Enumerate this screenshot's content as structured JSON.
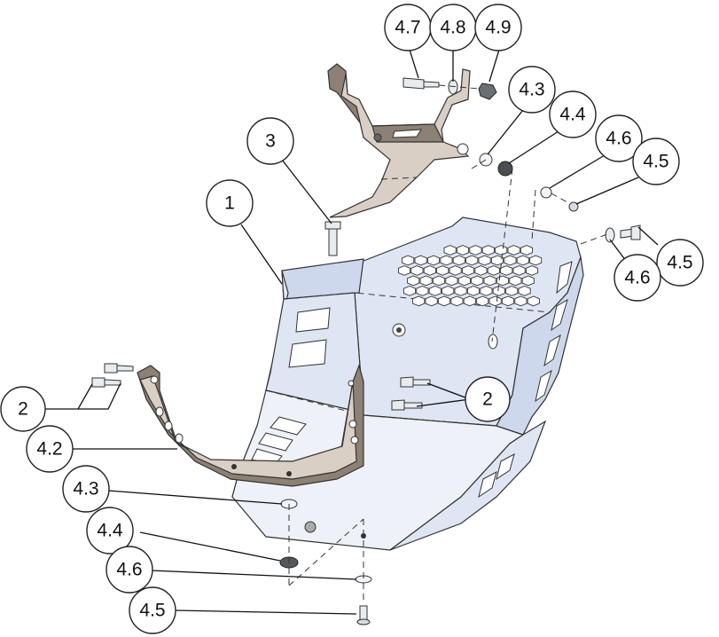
{
  "figure": {
    "balloons": [
      {
        "id": "b-4-7",
        "label": "4.7"
      },
      {
        "id": "b-4-8",
        "label": "4.8"
      },
      {
        "id": "b-4-9",
        "label": "4.9"
      },
      {
        "id": "b-4-3-top",
        "label": "4.3"
      },
      {
        "id": "b-4-4-top",
        "label": "4.4"
      },
      {
        "id": "b-4-6-top",
        "label": "4.6"
      },
      {
        "id": "b-4-5-top",
        "label": "4.5"
      },
      {
        "id": "b-3",
        "label": "3"
      },
      {
        "id": "b-1",
        "label": "1"
      },
      {
        "id": "b-4-5-right",
        "label": "4.5"
      },
      {
        "id": "b-4-6-right",
        "label": "4.6"
      },
      {
        "id": "b-2-left",
        "label": "2"
      },
      {
        "id": "b-2-right",
        "label": "2"
      },
      {
        "id": "b-4-2",
        "label": "4.2"
      },
      {
        "id": "b-4-3-bottom",
        "label": "4.3"
      },
      {
        "id": "b-4-4-bottom",
        "label": "4.4"
      },
      {
        "id": "b-4-6-bottom",
        "label": "4.6"
      },
      {
        "id": "b-4-5-bottom",
        "label": "4.5"
      }
    ]
  }
}
